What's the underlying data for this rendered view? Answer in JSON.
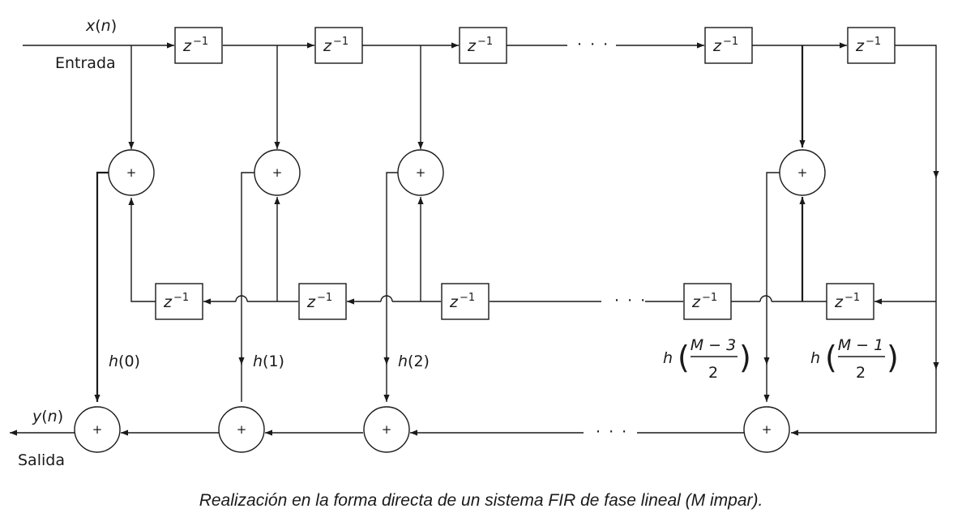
{
  "labels": {
    "input_signal": "x(n)",
    "input_word": "Entrada",
    "output_signal": "y(n)",
    "output_word": "Salida",
    "delay": "z",
    "delay_exp": "−1",
    "adder_symbol": "+",
    "ellipsis": "· · ·"
  },
  "coefficients": {
    "h0": "h(0)",
    "h1": "h(1)",
    "h2": "h(2)",
    "hm3_prefix": "h",
    "hm3_num": "M − 3",
    "hm3_den": "2",
    "hm1_prefix": "h",
    "hm1_num": "M − 1",
    "hm1_den": "2"
  },
  "caption": "Realización en la forma directa de un sistema FIR de fase lineal (M impar)."
}
